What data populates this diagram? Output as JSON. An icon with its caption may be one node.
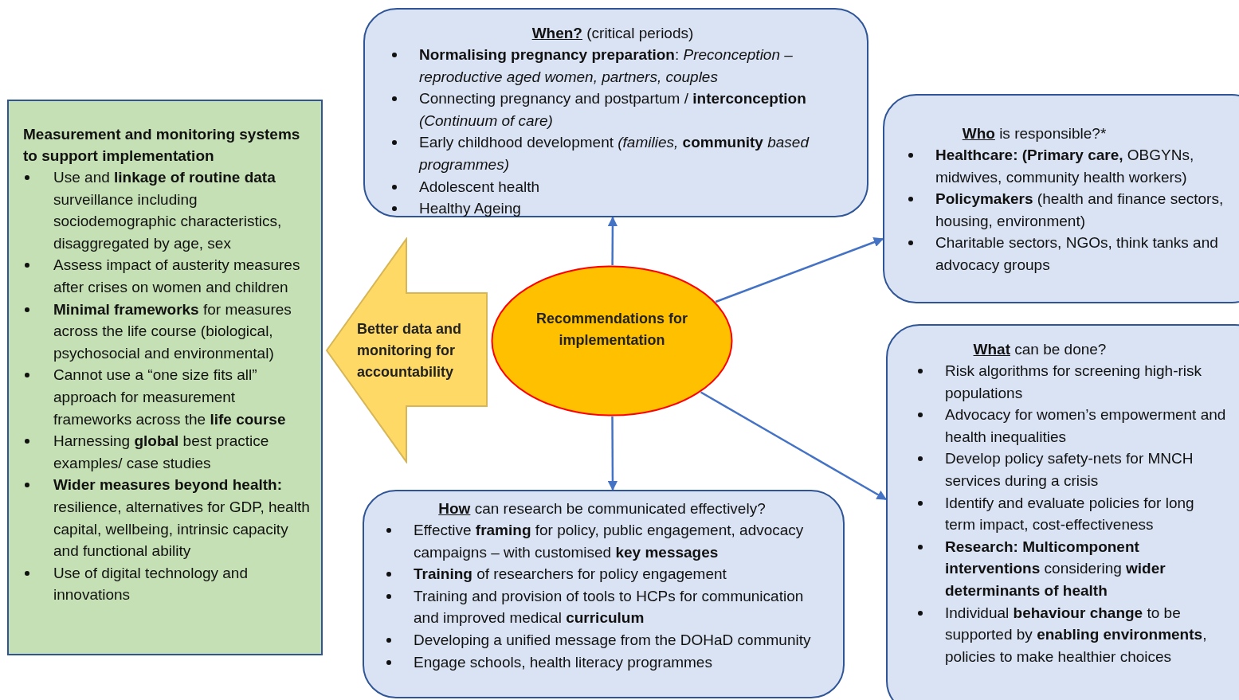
{
  "diagram": {
    "nodes": [
      {
        "text": [
          "**When?** (critical periods)",
          "**Normalising pregnancy preparation**: *Preconception – reproductive aged women, partners, couples*",
          "Connecting pregnancy and postpartum / **interconception** *(Continuum of care)*",
          "Early childhood development *(families,* **community** *based programmes)*",
          "Adolescent health",
          "Healthy Ageing"
        ]
      },
      {
        "text": [
          "Measurement and monitoring systems to support implementation",
          "Use and **linkage of routine data** surveillance including sociodemographic characteristics, disaggregated by age, sex",
          "Assess impact of austerity measures after crises on women and children",
          "**Minimal frameworks** for measures across the life course (biological, psychosocial and environmental)",
          "Cannot use a “one size fits all” approach for measurement frameworks across the **life course**",
          "Harnessing **global** best practice examples/ case studies",
          "**Wider measures beyond health:** resilience, alternatives for GDP, health capital, wellbeing, intrinsic capacity and functional ability",
          "Use of digital technology and innovations"
        ]
      },
      {
        "text": [
          "Better data and monitoring for accountability"
        ]
      },
      {
        "text": [
          "Recommendations for implementation"
        ]
      },
      {
        "text": [
          "**Who** is responsible?*",
          "**Healthcare: (Primary care,** OBGYNs, midwives, community health workers)",
          "**Policymakers** (health and finance sectors, housing, environment)",
          "Charitable sectors, NGOs, think tanks and advocacy groups"
        ]
      },
      {
        "text": [
          "**What** can be done?",
          "Risk algorithms for screening high-risk populations",
          "Advocacy for women’s empowerment and health inequalities",
          "Develop policy safety-nets for MNCH services during a crisis",
          "Identify and evaluate policies for long term impact, cost-effectiveness",
          "**Research: Multicomponent interventions** considering **wider determinants of health**",
          "Individual **behaviour change** to be supported by **enabling environments**, policies to make healthier choices"
        ]
      },
      {
        "text": [
          "**How** can research be communicated effectively?",
          "Effective **framing** for policy, public engagement, advocacy campaigns – with customised **key messages**",
          "**Training** of researchers for policy engagement",
          "Training and provision of tools to HCPs for communication and improved medical **curriculum**",
          "Developing a unified message from the DOHaD community",
          "Engage schools, health literacy programmes"
        ]
      }
    ],
    "edges": [
      {
        "from": 3,
        "to": 0,
        "arrow": "to"
      },
      {
        "from": 3,
        "to": 4,
        "arrow": "to"
      },
      {
        "from": 3,
        "to": 5,
        "arrow": "to"
      },
      {
        "from": 3,
        "to": 6,
        "arrow": "to"
      }
    ]
  }
}
